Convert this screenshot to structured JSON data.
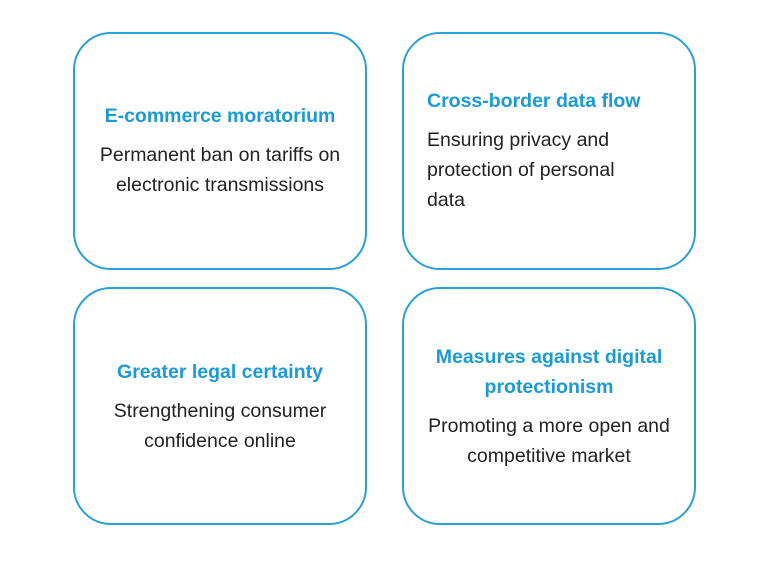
{
  "cards": [
    {
      "title": "E-commerce moratorium",
      "body": "Permanent ban on tariffs on electronic transmissions"
    },
    {
      "title": "Cross-border data flow",
      "body": "Ensuring privacy and protection of personal data"
    },
    {
      "title": "Greater legal certainty",
      "body": "Strengthening consumer confidence online"
    },
    {
      "title": "Measures against digital protectionism",
      "body": "Promoting a more open and competitive market"
    }
  ],
  "colors": {
    "border": "#2aa0d8",
    "title": "#1a9ad6",
    "body_text": "#222222",
    "background": "#ffffff"
  }
}
